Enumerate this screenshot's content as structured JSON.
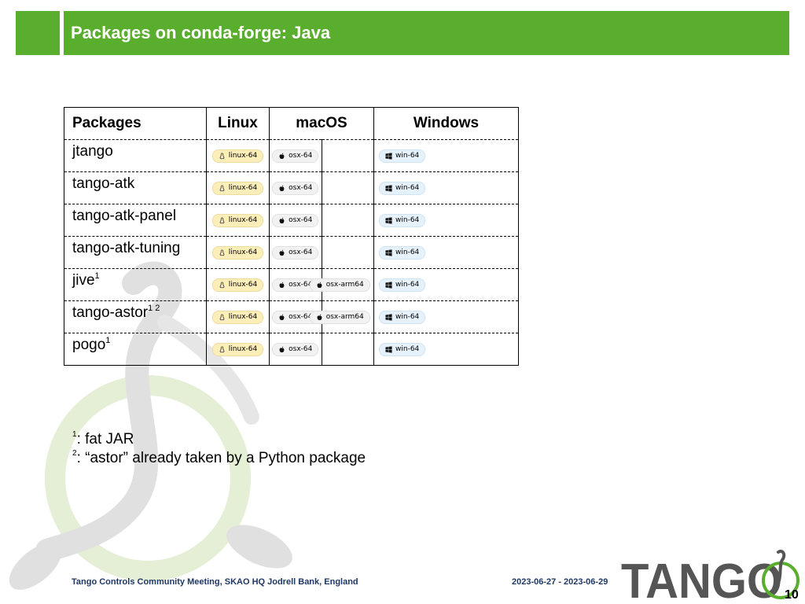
{
  "header": {
    "title": "Packages on conda-forge: Java"
  },
  "table": {
    "headers": {
      "packages": "Packages",
      "linux": "Linux",
      "macos": "macOS",
      "windows": "Windows"
    },
    "rows": [
      {
        "name": "jtango",
        "sup": "",
        "linux": "linux-64",
        "mac": "osx-64",
        "arm": "",
        "win": "win-64"
      },
      {
        "name": "tango-atk",
        "sup": "",
        "linux": "linux-64",
        "mac": "osx-64",
        "arm": "",
        "win": "win-64"
      },
      {
        "name": "tango-atk-panel",
        "sup": "",
        "linux": "linux-64",
        "mac": "osx-64",
        "arm": "",
        "win": "win-64"
      },
      {
        "name": "tango-atk-tuning",
        "sup": "",
        "linux": "linux-64",
        "mac": "osx-64",
        "arm": "",
        "win": "win-64"
      },
      {
        "name": "jive",
        "sup": "1",
        "linux": "linux-64",
        "mac": "osx-64",
        "arm": "osx-arm64",
        "win": "win-64"
      },
      {
        "name": "tango-astor",
        "sup": "1 2",
        "linux": "linux-64",
        "mac": "osx-64",
        "arm": "osx-arm64",
        "win": "win-64"
      },
      {
        "name": "pogo",
        "sup": "1",
        "linux": "linux-64",
        "mac": "osx-64",
        "arm": "",
        "win": "win-64"
      }
    ]
  },
  "footnotes": [
    {
      "mark": "1",
      "text": ": fat JAR"
    },
    {
      "mark": "2",
      "text": ": “astor” already taken by a Python package"
    }
  ],
  "footer": {
    "event": "Tango Controls Community Meeting, SKAO HQ Jodrell Bank, England",
    "dates": "2023-06-27 - 2023-06-29",
    "page": "10",
    "logo_text": "TANGO"
  },
  "colors": {
    "header_green": "#5aae2e",
    "footer_text": "#1f3864",
    "logo_gray": "#555555"
  }
}
